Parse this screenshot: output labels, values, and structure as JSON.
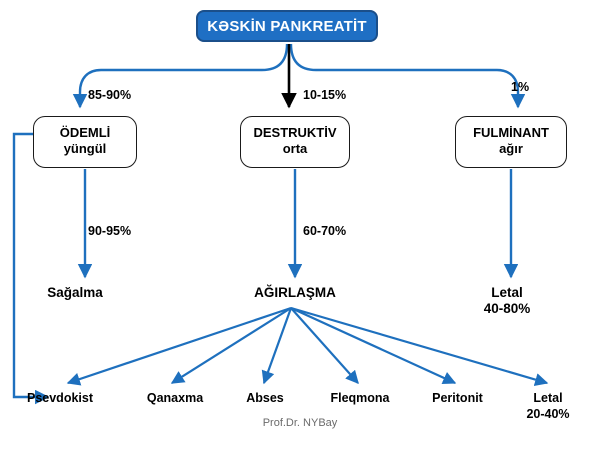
{
  "diagram": {
    "title": "KƏSKİN PANKREATİT",
    "credit": "Prof.Dr. NYBay",
    "colors": {
      "root_fill": "#1F6FC4",
      "root_border": "#1B4F8A",
      "connector_blue": "#1E70BE",
      "connector_black": "#000000",
      "node_border": "#1a1a1a",
      "text": "#000000",
      "credit_text": "#6b6b6b"
    },
    "root": {
      "label": "KƏSKİN PANKREATİT"
    },
    "level2": [
      {
        "title": "ÖDEMLİ",
        "subtitle": "yüngül",
        "edge_label": "85-90%"
      },
      {
        "title": "DESTRUKTİV",
        "subtitle": "orta",
        "edge_label": "10-15%"
      },
      {
        "title": "FULMİNANT",
        "subtitle": "ağır",
        "edge_label": "1%"
      }
    ],
    "level3": [
      {
        "label": "Sağalma",
        "sub": "",
        "edge_label": "90-95%"
      },
      {
        "label": "AĞIRLAŞMA",
        "sub": "",
        "edge_label": "60-70%"
      },
      {
        "label": "Letal",
        "sub": "40-80%",
        "edge_label": ""
      }
    ],
    "complications": [
      {
        "label": "Psevdokist",
        "sub": ""
      },
      {
        "label": "Qanaxma",
        "sub": ""
      },
      {
        "label": "Abses",
        "sub": ""
      },
      {
        "label": "Fleqmona",
        "sub": ""
      },
      {
        "label": "Peritonit",
        "sub": ""
      },
      {
        "label": "Letal",
        "sub": "20-40%"
      }
    ]
  },
  "chart_data": {
    "type": "flowchart",
    "title": "KƏSKİN PANKREATİT",
    "nodes": [
      {
        "id": "root",
        "label": "KƏSKİN PANKREATİT",
        "level": 0
      },
      {
        "id": "odemli",
        "label": "ÖDEMLİ yüngül",
        "level": 1
      },
      {
        "id": "destruktiv",
        "label": "DESTRUKTİV orta",
        "level": 1
      },
      {
        "id": "fulminant",
        "label": "FULMİNANT ağır",
        "level": 1
      },
      {
        "id": "sagalma",
        "label": "Sağalma",
        "level": 2
      },
      {
        "id": "agirlasma",
        "label": "AĞIRLAŞMA",
        "level": 2
      },
      {
        "id": "letal1",
        "label": "Letal 40-80%",
        "level": 2
      },
      {
        "id": "psevdokist",
        "label": "Psevdokist",
        "level": 3
      },
      {
        "id": "qanaxma",
        "label": "Qanaxma",
        "level": 3
      },
      {
        "id": "abses",
        "label": "Abses",
        "level": 3
      },
      {
        "id": "fleqmona",
        "label": "Fleqmona",
        "level": 3
      },
      {
        "id": "peritonit",
        "label": "Peritonit",
        "level": 3
      },
      {
        "id": "letal2",
        "label": "Letal 20-40%",
        "level": 3
      }
    ],
    "edges": [
      {
        "from": "root",
        "to": "odemli",
        "label": "85-90%"
      },
      {
        "from": "root",
        "to": "destruktiv",
        "label": "10-15%"
      },
      {
        "from": "root",
        "to": "fulminant",
        "label": "1%"
      },
      {
        "from": "odemli",
        "to": "sagalma",
        "label": "90-95%"
      },
      {
        "from": "odemli",
        "to": "psevdokist",
        "label": ""
      },
      {
        "from": "destruktiv",
        "to": "agirlasma",
        "label": "60-70%"
      },
      {
        "from": "fulminant",
        "to": "letal1",
        "label": ""
      },
      {
        "from": "agirlasma",
        "to": "psevdokist",
        "label": ""
      },
      {
        "from": "agirlasma",
        "to": "qanaxma",
        "label": ""
      },
      {
        "from": "agirlasma",
        "to": "abses",
        "label": ""
      },
      {
        "from": "agirlasma",
        "to": "fleqmona",
        "label": ""
      },
      {
        "from": "agirlasma",
        "to": "peritonit",
        "label": ""
      },
      {
        "from": "agirlasma",
        "to": "letal2",
        "label": ""
      }
    ]
  }
}
